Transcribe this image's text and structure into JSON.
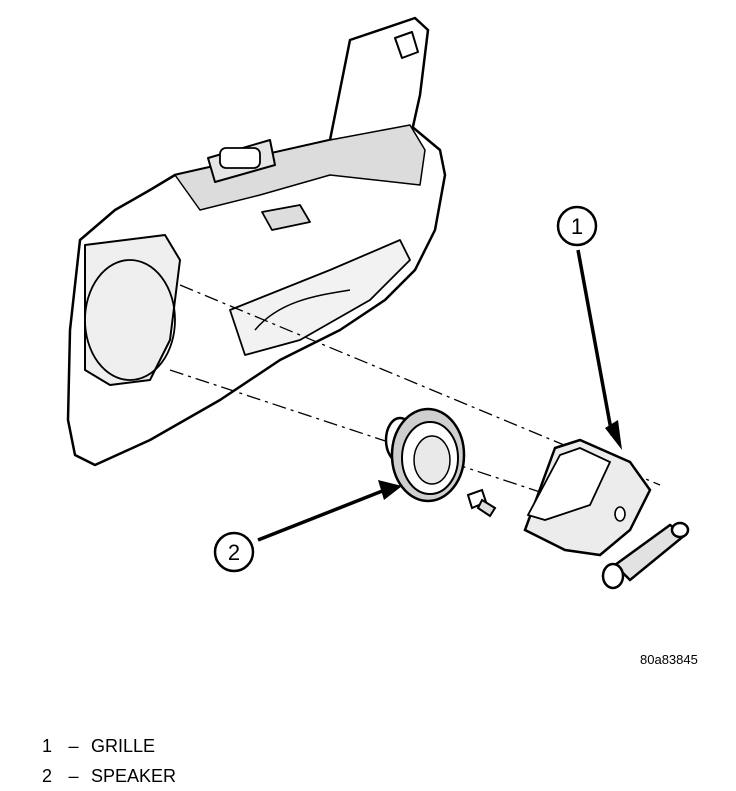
{
  "callouts": [
    {
      "number": "1",
      "label": "GRILLE"
    },
    {
      "number": "2",
      "label": "SPEAKER"
    }
  ],
  "legend_separator": "–",
  "figure_id": "80a83845"
}
